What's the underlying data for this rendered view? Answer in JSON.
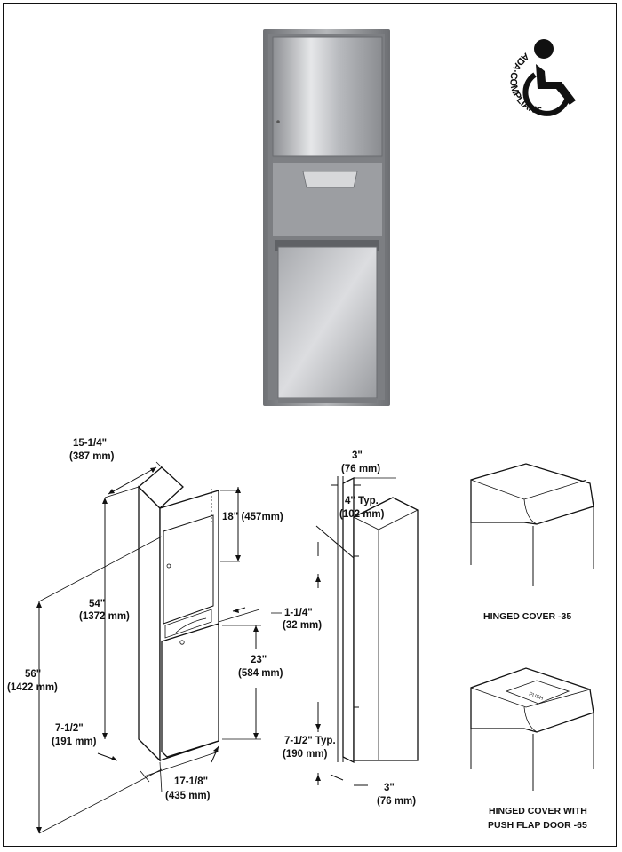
{
  "badge": {
    "text": "ADA·COMPLIANT"
  },
  "dims": {
    "width": "15-1/4\"",
    "width_mm": "(387 mm)",
    "top_section": "18\" (457mm)",
    "total_height": "54\"",
    "total_height_mm": "(1372 mm)",
    "floor_height": "56\"",
    "floor_height_mm": "(1422 mm)",
    "projection": "1-1/4\"",
    "projection_mm": "(32 mm)",
    "bin_height": "23\"",
    "bin_height_mm": "(584 mm)",
    "depth": "7-1/2\"",
    "depth_mm": "(191 mm)",
    "rough_width": "17-1/8\"",
    "rough_width_mm": "(435 mm)",
    "side_top": "3\"",
    "side_top_mm": "(76 mm)",
    "anchor_top": "4\" Typ.",
    "anchor_top_mm": "(102 mm)",
    "anchor_bottom": "7-1/2\" Typ.",
    "anchor_bottom_mm": "(190 mm)",
    "side_bottom": "3\"",
    "side_bottom_mm": "(76 mm)"
  },
  "options": {
    "cover35": "HINGED COVER -35",
    "cover65_line1": "HINGED COVER WITH",
    "cover65_line2": "PUSH FLAP DOOR -65",
    "push_label": "PUSH"
  }
}
